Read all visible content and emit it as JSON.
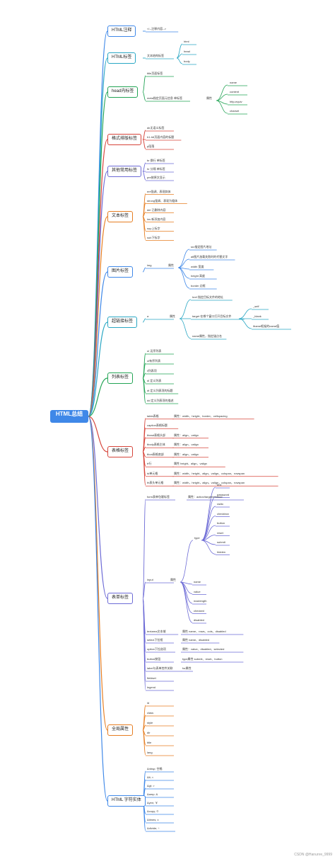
{
  "root": "HTML总结",
  "categories": [
    {
      "label": "HTML注释",
      "color": "#3f88e8",
      "items": [
        "<!--注释内容-->"
      ]
    },
    {
      "label": "HTML标签",
      "color": "#2aa7c4",
      "items": [
        "文本结构标签"
      ],
      "sub": [
        "html",
        "head",
        "body"
      ]
    },
    {
      "label": "head内标签",
      "color": "#23a455",
      "items": [
        "title页面标签",
        "meta指定页面元信息 单标签"
      ],
      "attr": "属性",
      "sub": [
        "name",
        "content",
        "http-equiv",
        "charset"
      ]
    },
    {
      "label": "格式排版标签",
      "color": "#d6443a",
      "items": [
        "dir无语义标签",
        "h1-h6页面内容的标题",
        "p段落"
      ]
    },
    {
      "label": "其他常用标签",
      "color": "#6d6bd6",
      "items": [
        "br 换行 单标签",
        "hr 分隔 单标签",
        "pre按原文显示"
      ]
    },
    {
      "label": "文本标签",
      "color": "#e67e22",
      "items": [
        "em强调、表现斜体",
        "strong强调、表现为粗体",
        "del 已删除内容",
        "ins 新添加内容",
        "sup上标字",
        "sub下标字"
      ]
    },
    {
      "label": "图片标签",
      "color": "#3f88e8",
      "items": [
        "img"
      ],
      "attr": "属性",
      "sub": [
        "src指定图片地址",
        "alt图片加载失败时的代替文字",
        "width 宽度",
        "height 高度",
        "border 边框"
      ]
    },
    {
      "label": "超链接标签",
      "color": "#2aa7c4",
      "items": [
        "a"
      ],
      "attr": "属性",
      "sub": [
        "href 指定目标文件的地址",
        "target 在哪个窗口打开目标文件",
        "name属性，指定锚点名"
      ],
      "target_values": [
        "_self",
        "_blank",
        "iframe框架的name值"
      ]
    },
    {
      "label": "列表标签",
      "color": "#23a455",
      "items": [
        "ul 无序列表",
        "ol有序列表",
        "li列表项",
        "dl 定义列表",
        "dt 定义列表项的标题",
        "dd 定义列表项的描述"
      ]
    },
    {
      "label": "表格标签",
      "color": "#d6443a",
      "items": [
        "table表格",
        "caption表格标题",
        "thead表格头部",
        "tbody表格主体",
        "tfoot表格底部",
        "tr行",
        "td单元格",
        "th表头单元格"
      ],
      "item_attrs": [
        "属性：width、height、border、cellspacing",
        "",
        "属性：align、valign",
        "属性：align、valign",
        "属性：align、valign",
        "属性 height、align、valign",
        "属性：width、height、align、valign、colspan、rowspan",
        "属性：width，height，align，valign，colspan，rowspan"
      ]
    },
    {
      "label": "表单标签",
      "color": "#6d6bd6",
      "items": [
        "form表单包裹标签",
        "input",
        "textarea文本域",
        "select下拉框",
        "option下拉选项",
        "button按钮",
        "label与表单控件关联",
        "fieldset",
        "legend"
      ],
      "form_attr": "属性：action/target/method",
      "input_attr": "属性",
      "type": "type",
      "type_values": [
        "text",
        "password",
        "radio",
        "checkbox",
        "button",
        "reset",
        "submit",
        "hidden"
      ],
      "input_props": [
        "name",
        "value",
        "maxlength",
        "checked",
        "disabled"
      ],
      "item_attrs": [
        "属性 name、rows、cols、disabled",
        "属性 name、disabled",
        "属性：value、disabled、selected",
        "type属性 submit、reset、button",
        "for属性"
      ]
    },
    {
      "label": "全局属性",
      "color": "#e67e22",
      "items": [
        "id",
        "class",
        "style",
        "dir",
        "title",
        "lang"
      ]
    },
    {
      "label": "HTML 字符实体",
      "color": "#3f88e8",
      "items": [
        "&nbsp; 空格",
        "&lt; <",
        "&gt; >",
        "&amp; &",
        "&yen; ￥",
        "&copy; ©",
        "&times; x",
        "&divide; ÷"
      ]
    }
  ],
  "footer": "CSDN @Hanunre_9999"
}
